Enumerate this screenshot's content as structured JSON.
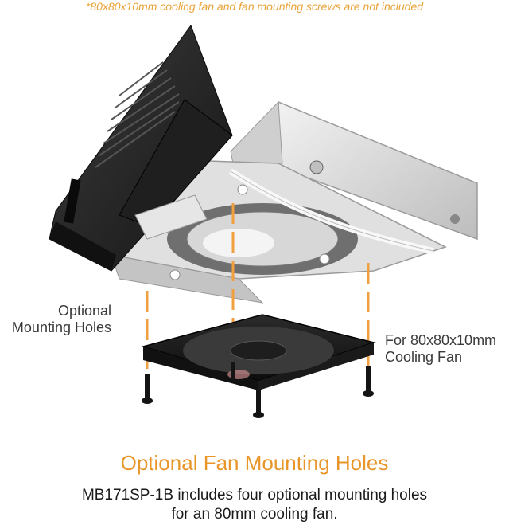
{
  "disclaimer": "*80x80x10mm cooling fan and fan mounting screws are not included",
  "callouts": {
    "left_line1": "Optional",
    "left_line2": "Mounting Holes",
    "right_line1": "For 80x80x10mm",
    "right_line2": "Cooling Fan"
  },
  "headline": "Optional Fan Mounting Holes",
  "description": {
    "line1": "MB171SP-1B includes four optional mounting holes",
    "line2": "for an 80mm cooling fan."
  },
  "colors": {
    "accent": "#e8952a",
    "guide_line": "#f0a040",
    "tray_dark": "#2a2a2a",
    "bracket": "#d8d8d8"
  }
}
